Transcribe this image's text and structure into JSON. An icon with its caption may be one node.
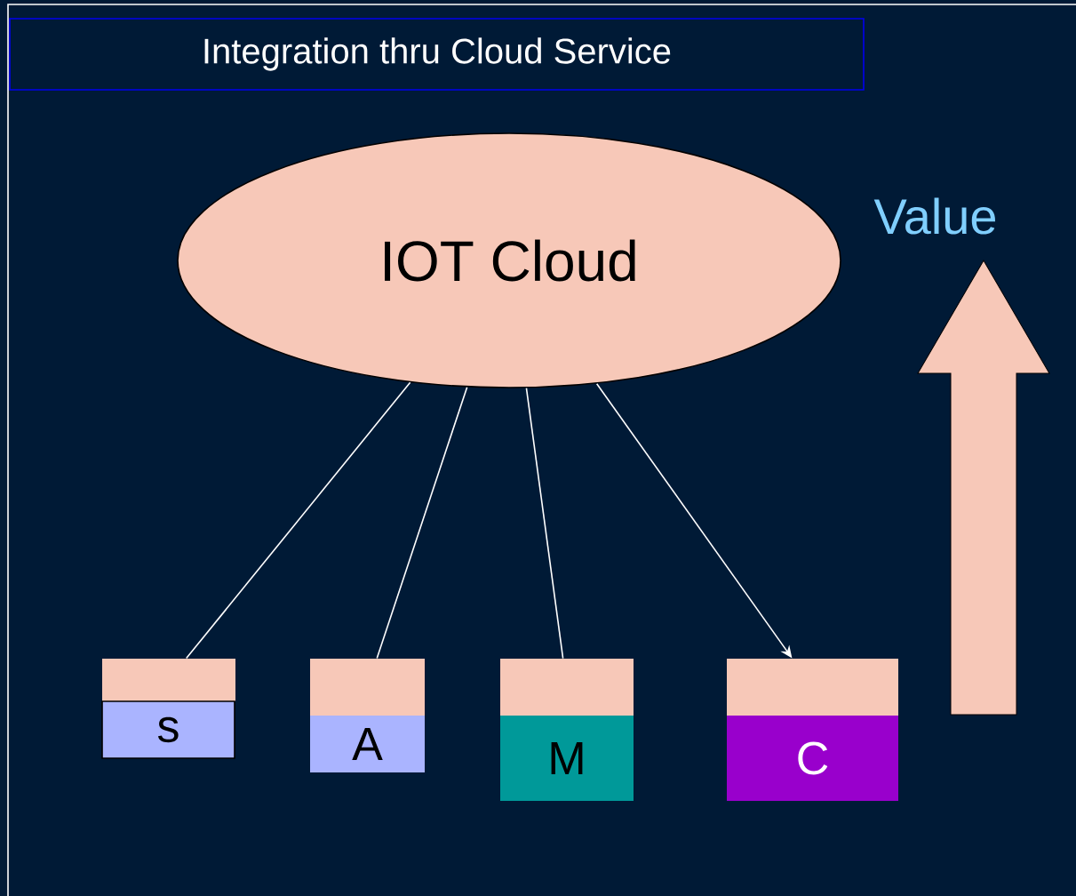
{
  "diagram": {
    "title": "Integration thru Cloud Service",
    "nodes": [
      {
        "text": [
          "IOT Cloud"
        ]
      },
      {
        "text": [],
        "shape": "box"
      },
      {
        "text": [
          "s"
        ]
      },
      {
        "text": [],
        "shape": "box"
      },
      {
        "text": [
          "A"
        ]
      },
      {
        "text": [],
        "shape": "box"
      },
      {
        "text": [
          "M"
        ]
      },
      {
        "text": [],
        "shape": "box"
      },
      {
        "text": [
          "C"
        ]
      }
    ],
    "edges": [
      {
        "from": 0,
        "to": 1,
        "arrow": "none"
      },
      {
        "from": 0,
        "to": 3,
        "arrow": "none"
      },
      {
        "from": 0,
        "to": 5,
        "arrow": "none"
      },
      {
        "from": 0,
        "to": 7,
        "arrow": "to"
      }
    ],
    "labels": [
      "Value"
    ]
  }
}
